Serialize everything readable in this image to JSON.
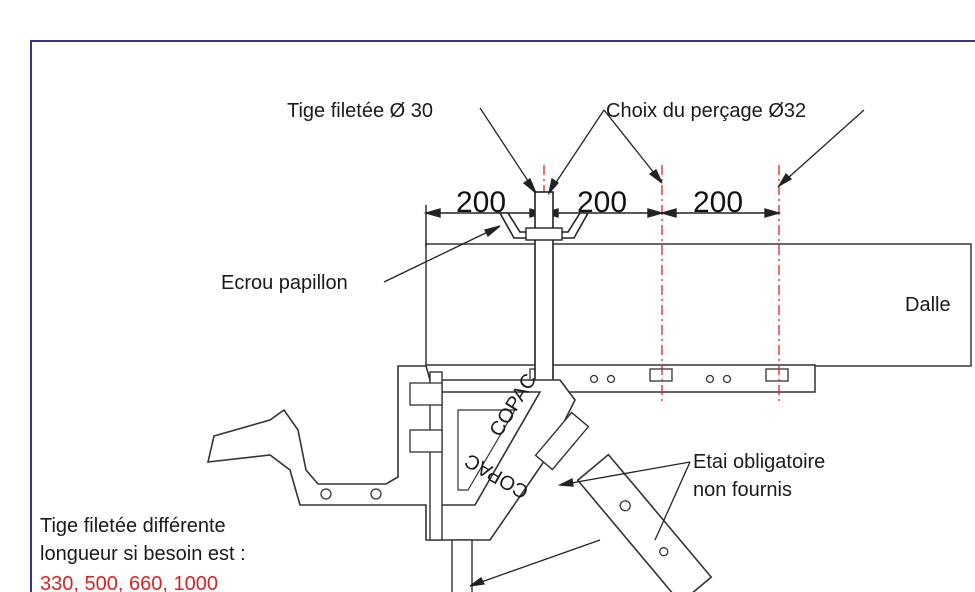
{
  "labels": {
    "tige": "Tige filetée Ø 30",
    "choix": "Choix du perçage Ø32",
    "ecrou": "Ecrou papillon",
    "dalle": "Dalle",
    "etai_line1": "Etai obligatoire",
    "etai_line2": "non fournis",
    "note_line1": "Tige filetée différente",
    "note_line2": "longueur si besoin est :",
    "note_lengths": "330, 500, 660, 1000"
  },
  "dimensions": [
    "200",
    "200",
    "200"
  ],
  "bracket_text": [
    "COPAC",
    "COPAC"
  ],
  "colors": {
    "frame": "#3a2f8f",
    "line": "#222222",
    "axis": "#e02020",
    "lengths_text": "#e02020"
  }
}
